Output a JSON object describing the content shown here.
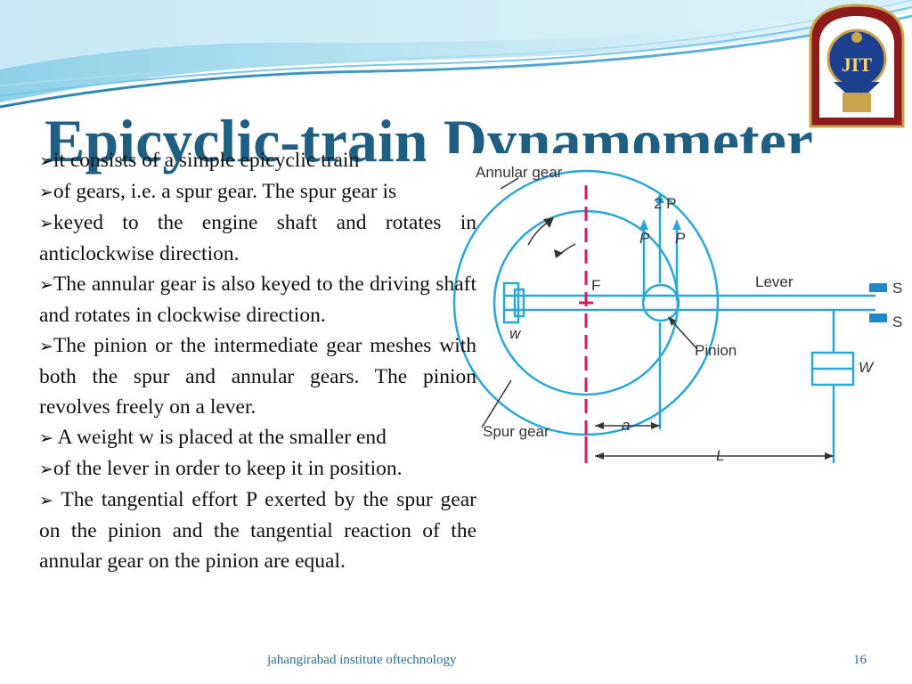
{
  "slide": {
    "title": "Epicyclic-train Dynamometer",
    "bullet_glyph": "➢",
    "paragraphs": [
      {
        "bullet": true,
        "text": "it consists of a simple epicyclic train"
      },
      {
        "bullet": true,
        "text": "of gears, i.e. a spur gear. The spur gear is"
      },
      {
        "bullet": true,
        "text": "keyed to the engine shaft and rotates in anticlockwise direction."
      },
      {
        "bullet": true,
        "text": "The annular gear is also keyed to the driving shaft and rotates in clockwise direction."
      },
      {
        "bullet": true,
        "text": "The pinion or the intermediate gear meshes with both the spur and annular gears. The pinion revolves freely on a lever."
      },
      {
        "bullet": true,
        "text": " A weight w is placed at the smaller end"
      },
      {
        "bullet": true,
        "text": "of the lever in order to keep it in position."
      },
      {
        "bullet": true,
        "text": " The tangential effort P exerted by the spur gear on the pinion and the tangential reaction of the annular gear on the pinion are equal."
      }
    ],
    "footer": "jahangirabad institute oftechnology",
    "page_number": "16"
  },
  "logo": {
    "text": "JIT"
  },
  "diagram": {
    "labels": {
      "annular_gear": "Annular gear",
      "two_p": "2 P",
      "p_left": "P",
      "p_right": "P",
      "f": "F",
      "lever": "Lever",
      "s_top": "S",
      "s_bottom": "S",
      "w_small": "w",
      "pinion": "Pinion",
      "w_large": "W",
      "spur_gear": "Spur gear",
      "a": "a",
      "l": "L"
    }
  },
  "colors": {
    "title": "#1f5f83",
    "diagram_line": "#29a8d8",
    "axis_mark": "#d81b60",
    "banner_light": "#bfe4f2",
    "banner_dark": "#2a7fb0",
    "logo_red": "#8e1b1b"
  }
}
